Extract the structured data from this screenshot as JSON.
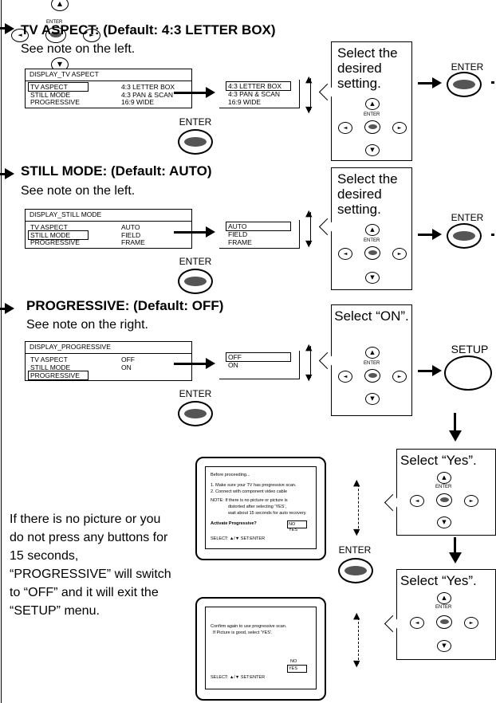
{
  "sections": [
    {
      "heading": "TV ASPECT: (Default: 4:3 LETTER BOX)",
      "note": "See note on the left.",
      "menu_title": "DISPLAY_TV ASPECT",
      "menu_items": [
        "TV ASPECT",
        "STILL MODE",
        "PROGRESSIVE"
      ],
      "menu_values": [
        "4:3 LETTER BOX",
        "4:3 PAN & SCAN",
        "16:9 WIDE"
      ],
      "result_values": [
        "4:3 LETTER BOX",
        "4:3 PAN & SCAN",
        "16:9 WIDE"
      ],
      "enter_label": "ENTER",
      "callout_text": "Select the desired setting.",
      "confirm_button": "ENTER"
    },
    {
      "heading": "STILL MODE: (Default: AUTO)",
      "note": "See note on the left.",
      "menu_title": "DISPLAY_STILL MODE",
      "menu_items": [
        "TV ASPECT",
        "STILL MODE",
        "PROGRESSIVE"
      ],
      "menu_values": [
        "AUTO",
        "FIELD",
        "FRAME"
      ],
      "result_values": [
        "AUTO",
        "FIELD",
        "FRAME"
      ],
      "enter_label": "ENTER",
      "callout_text": "Select the desired setting.",
      "confirm_button": "ENTER"
    },
    {
      "heading": "PROGRESSIVE: (Default: OFF)",
      "note": "See note on the right.",
      "menu_title": "DISPLAY_PROGRESSIVE",
      "menu_items": [
        "TV ASPECT",
        "STILL MODE",
        "PROGRESSIVE"
      ],
      "menu_values": [
        "OFF",
        "ON",
        ""
      ],
      "result_values": [
        "OFF",
        "ON"
      ],
      "enter_label": "ENTER",
      "callout_text": "Select “ON”.",
      "confirm_button": "SETUP"
    }
  ],
  "remote": {
    "enter_small": "ENTER"
  },
  "screen1": {
    "lines": [
      "Before proceeding...",
      "1. Make sure your TV has progressive scan.",
      "2. Connect with component video cable",
      "NOTE:  If there is no picture or picture is",
      "distorted after selecting 'YES',",
      "wait about 15 seconds for auto recovery."
    ],
    "prompt": "Activate Progressive?",
    "options": [
      "NO",
      "YES"
    ],
    "footer": "SELECT: ▲/▼        SET:ENTER"
  },
  "screen2": {
    "lines": [
      "Confirm again to use progressive scan.",
      "If Picture is good, select 'YES'."
    ],
    "options": [
      "NO",
      "YES"
    ],
    "footer": "SELECT: ▲/▼    SET:ENTER"
  },
  "callout_yes_1": "Select “Yes”.",
  "callout_yes_2": "Select “Yes”.",
  "enter_between": "ENTER",
  "side_note": "If there is no picture or you do not press any buttons for 15 seconds, “PROGRESSIVE” will switch to “OFF” and it will exit the “SETUP” menu."
}
